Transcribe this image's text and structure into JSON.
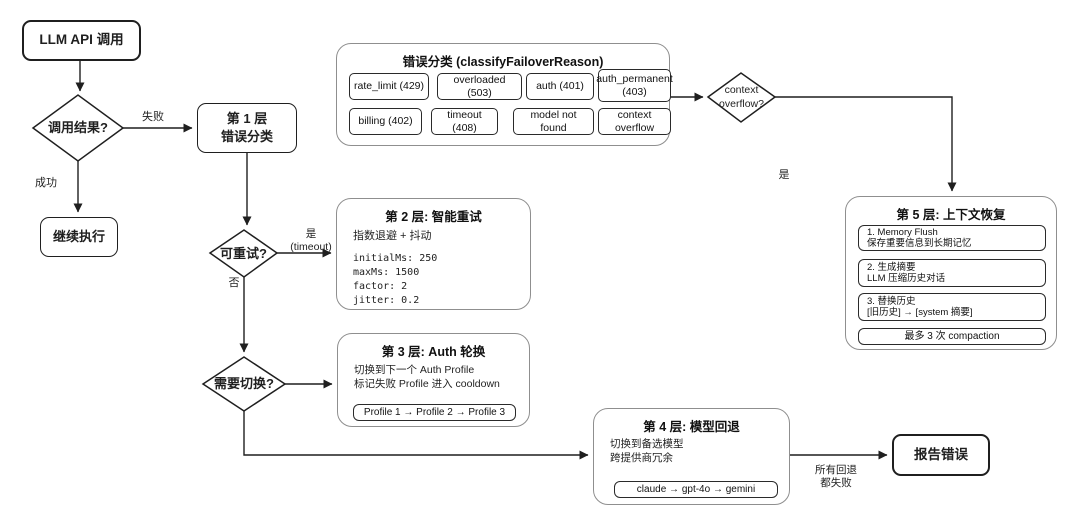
{
  "colors": {
    "stroke": "#1f1f1f",
    "container_stroke": "#8f8f8f",
    "background": "#ffffff"
  },
  "nodes": {
    "start": "LLM API 调用",
    "decision_result": "调用结果?",
    "continue": "继续执行",
    "layer1_line1": "第 1 层",
    "layer1_line2": "错误分类",
    "decision_retry": "可重试?",
    "decision_switch": "需要切换?",
    "decision_context_line1": "context",
    "decision_context_line2": "overflow?",
    "report_error": "报告错误"
  },
  "edge_labels": {
    "fail": "失败",
    "success": "成功",
    "yes_timeout_line1": "是",
    "yes_timeout_line2": "(timeout)",
    "no": "否",
    "yes": "是",
    "all_failed_line1": "所有回退",
    "all_failed_line2": "都失败"
  },
  "classify_box": {
    "title": "错误分类 (classifyFailoverReason)",
    "chips_row1": [
      "rate_limit (429)",
      "overloaded (503)",
      "auth (401)",
      "auth_permanent (403)"
    ],
    "chips_row2": [
      "billing (402)",
      "timeout (408)",
      "model not found",
      "context overflow"
    ]
  },
  "layer2": {
    "title": "第 2 层: 智能重试",
    "subtitle": "指数退避 + 抖动",
    "code": [
      "initialMs: 250",
      "maxMs: 1500",
      "factor: 2",
      "jitter: 0.2"
    ]
  },
  "layer3": {
    "title": "第 3 层: Auth 轮换",
    "line1": "切换到下一个 Auth Profile",
    "line2": "标记失败 Profile 进入 cooldown",
    "chip": "Profile 1 → Profile 2 → Profile 3"
  },
  "layer4": {
    "title": "第 4 层: 模型回退",
    "line1": "切换到备选模型",
    "line2": "跨提供商冗余",
    "chip": "claude → gpt-4o → gemini"
  },
  "layer5": {
    "title": "第 5 层: 上下文恢复",
    "steps": [
      {
        "l1": "1. Memory Flush",
        "l2": "保存重要信息到长期记忆"
      },
      {
        "l1": "2. 生成摘要",
        "l2": "LLM 压缩历史对话"
      },
      {
        "l1": "3. 替换历史",
        "l2": "[旧历史] → [system 摘要]"
      }
    ],
    "footer": "最多 3 次 compaction"
  }
}
